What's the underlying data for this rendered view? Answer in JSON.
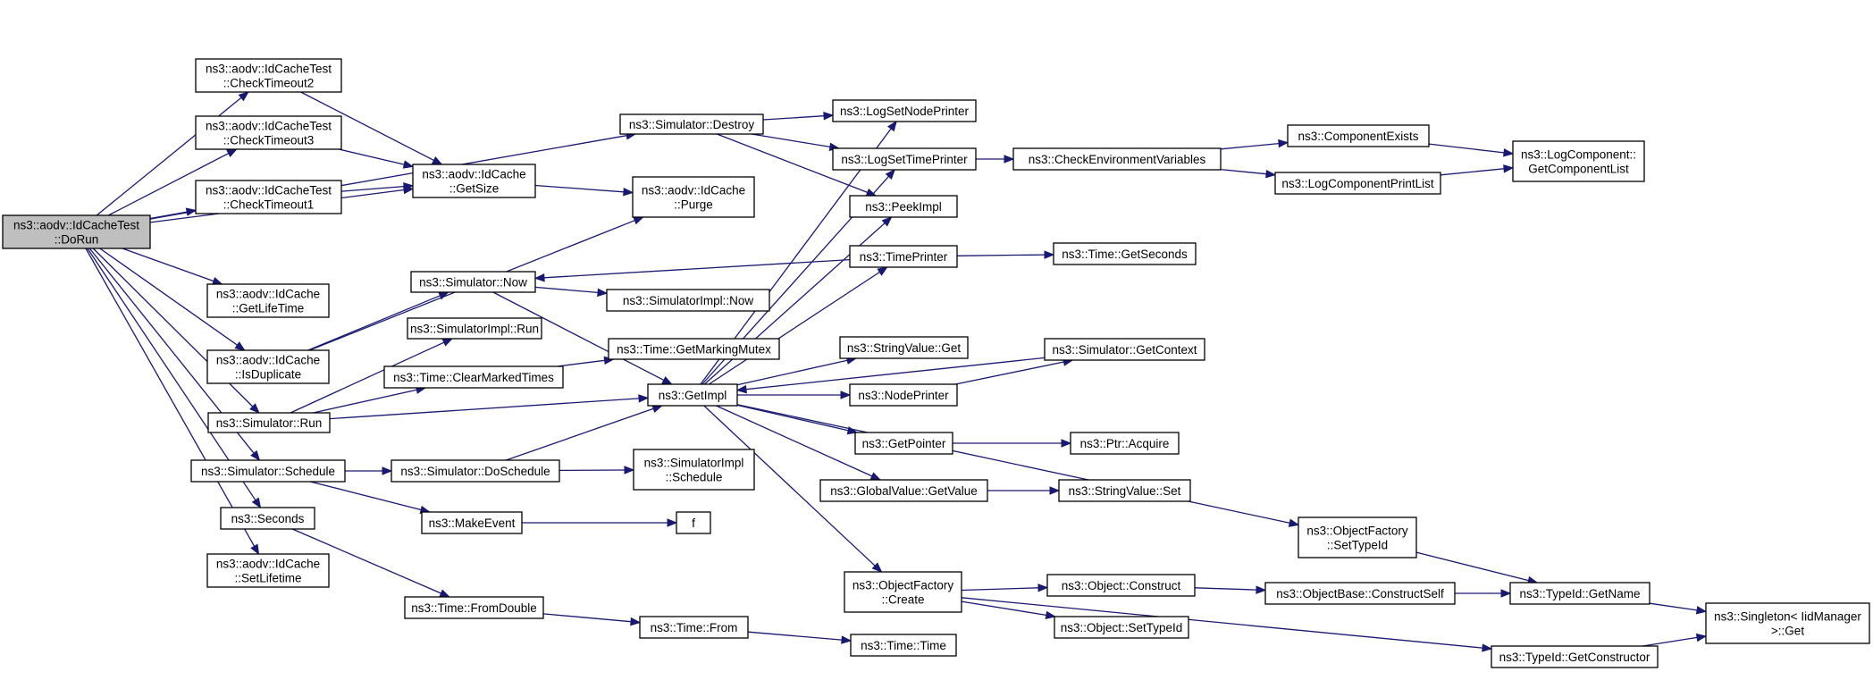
{
  "colors": {
    "edge": "#191970",
    "node_border": "#000000",
    "node_truncated_border": "#ff0000",
    "root_fill": "#bfbfbf",
    "node_fill": "#ffffff"
  },
  "nodes": [
    {
      "id": "dorun",
      "lines": [
        "ns3::aodv::IdCacheTest",
        "::DoRun"
      ],
      "root": true
    },
    {
      "id": "ct2",
      "lines": [
        "ns3::aodv::IdCacheTest",
        "::CheckTimeout2"
      ]
    },
    {
      "id": "ct3",
      "lines": [
        "ns3::aodv::IdCacheTest",
        "::CheckTimeout3"
      ]
    },
    {
      "id": "ct1",
      "lines": [
        "ns3::aodv::IdCacheTest",
        "::CheckTimeout1"
      ]
    },
    {
      "id": "getlifetime",
      "lines": [
        "ns3::aodv::IdCache",
        "::GetLifeTime"
      ]
    },
    {
      "id": "isdup",
      "lines": [
        "ns3::aodv::IdCache",
        "::IsDuplicate"
      ]
    },
    {
      "id": "simrun",
      "lines": [
        "ns3::Simulator::Run"
      ]
    },
    {
      "id": "simsched",
      "lines": [
        "ns3::Simulator::Schedule"
      ]
    },
    {
      "id": "seconds",
      "lines": [
        "ns3::Seconds"
      ]
    },
    {
      "id": "setlifetime",
      "lines": [
        "ns3::aodv::IdCache",
        "::SetLifetime"
      ]
    },
    {
      "id": "simdestroy",
      "lines": [
        "ns3::Simulator::Destroy"
      ]
    },
    {
      "id": "getsize",
      "lines": [
        "ns3::aodv::IdCache",
        "::GetSize"
      ]
    },
    {
      "id": "simnow",
      "lines": [
        "ns3::Simulator::Now"
      ]
    },
    {
      "id": "simimplrun",
      "lines": [
        "ns3::SimulatorImpl::Run"
      ]
    },
    {
      "id": "clearmarked",
      "lines": [
        "ns3::Time::ClearMarkedTimes"
      ]
    },
    {
      "id": "dosched",
      "lines": [
        "ns3::Simulator::DoSchedule"
      ]
    },
    {
      "id": "makeevent",
      "lines": [
        "ns3::MakeEvent"
      ]
    },
    {
      "id": "fromdouble",
      "lines": [
        "ns3::Time::FromDouble"
      ]
    },
    {
      "id": "purge",
      "lines": [
        "ns3::aodv::IdCache",
        "::Purge"
      ]
    },
    {
      "id": "simimplnow",
      "lines": [
        "ns3::SimulatorImpl::Now"
      ]
    },
    {
      "id": "markingmutex",
      "lines": [
        "ns3::Time::GetMarkingMutex"
      ]
    },
    {
      "id": "getimpl",
      "lines": [
        "ns3::GetImpl"
      ]
    },
    {
      "id": "simimplsched",
      "lines": [
        "ns3::SimulatorImpl",
        "::Schedule"
      ]
    },
    {
      "id": "f",
      "lines": [
        "f"
      ]
    },
    {
      "id": "timefrom",
      "lines": [
        "ns3::Time::From"
      ]
    },
    {
      "id": "lognodeprinter",
      "lines": [
        "ns3::LogSetNodePrinter"
      ]
    },
    {
      "id": "logtimeprinter",
      "lines": [
        "ns3::LogSetTimePrinter"
      ]
    },
    {
      "id": "peekimpl",
      "lines": [
        "ns3::PeekImpl"
      ]
    },
    {
      "id": "timeprinter",
      "lines": [
        "ns3::TimePrinter"
      ]
    },
    {
      "id": "stringvalueget",
      "lines": [
        "ns3::StringValue::Get"
      ]
    },
    {
      "id": "nodeprinter",
      "lines": [
        "ns3::NodePrinter"
      ]
    },
    {
      "id": "getpointer",
      "lines": [
        "ns3::GetPointer"
      ]
    },
    {
      "id": "globalvalue",
      "lines": [
        "ns3::GlobalValue::GetValue"
      ]
    },
    {
      "id": "objfactcreate",
      "lines": [
        "ns3::ObjectFactory",
        "::Create"
      ]
    },
    {
      "id": "timetime",
      "lines": [
        "ns3::Time::Time"
      ],
      "truncated": true
    },
    {
      "id": "checkenv",
      "lines": [
        "ns3::CheckEnvironmentVariables"
      ]
    },
    {
      "id": "getseconds",
      "lines": [
        "ns3::Time::GetSeconds"
      ],
      "truncated": true
    },
    {
      "id": "getcontext",
      "lines": [
        "ns3::Simulator::GetContext"
      ],
      "truncated": true
    },
    {
      "id": "ptracquire",
      "lines": [
        "ns3::Ptr::Acquire"
      ]
    },
    {
      "id": "stringvalueset",
      "lines": [
        "ns3::StringValue::Set"
      ]
    },
    {
      "id": "objconstruct",
      "lines": [
        "ns3::Object::Construct"
      ]
    },
    {
      "id": "objsettypeid",
      "lines": [
        "ns3::Object::SetTypeId"
      ],
      "truncated": true
    },
    {
      "id": "compexists",
      "lines": [
        "ns3::ComponentExists"
      ]
    },
    {
      "id": "logcompprint",
      "lines": [
        "ns3::LogComponentPrintList"
      ]
    },
    {
      "id": "objfactsettypeid",
      "lines": [
        "ns3::ObjectFactory",
        "::SetTypeId"
      ]
    },
    {
      "id": "constructself",
      "lines": [
        "ns3::ObjectBase::ConstructSelf"
      ],
      "truncated": true
    },
    {
      "id": "getconstructor",
      "lines": [
        "ns3::TypeId::GetConstructor"
      ],
      "truncated": true
    },
    {
      "id": "logcompget",
      "lines": [
        "ns3::LogComponent::",
        "GetComponentList"
      ]
    },
    {
      "id": "typeidgetname",
      "lines": [
        "ns3::TypeId::GetName"
      ],
      "truncated": true
    },
    {
      "id": "singleton",
      "lines": [
        "ns3::Singleton< IidManager",
        ">::Get"
      ]
    }
  ],
  "edges": [
    [
      "dorun",
      "ct2"
    ],
    [
      "dorun",
      "ct3"
    ],
    [
      "dorun",
      "ct1"
    ],
    [
      "dorun",
      "getlifetime"
    ],
    [
      "dorun",
      "isdup"
    ],
    [
      "dorun",
      "simrun"
    ],
    [
      "dorun",
      "simsched"
    ],
    [
      "dorun",
      "seconds"
    ],
    [
      "dorun",
      "setlifetime"
    ],
    [
      "dorun",
      "simdestroy"
    ],
    [
      "dorun",
      "getsize"
    ],
    [
      "ct2",
      "getsize"
    ],
    [
      "ct3",
      "getsize"
    ],
    [
      "ct1",
      "getsize"
    ],
    [
      "getsize",
      "purge"
    ],
    [
      "isdup",
      "purge"
    ],
    [
      "isdup",
      "simnow"
    ],
    [
      "simnow",
      "simimplnow"
    ],
    [
      "simnow",
      "getimpl"
    ],
    [
      "simrun",
      "simimplrun"
    ],
    [
      "simrun",
      "clearmarked"
    ],
    [
      "simrun",
      "getimpl"
    ],
    [
      "clearmarked",
      "markingmutex"
    ],
    [
      "simsched",
      "dosched"
    ],
    [
      "simsched",
      "makeevent"
    ],
    [
      "dosched",
      "getimpl"
    ],
    [
      "dosched",
      "simimplsched"
    ],
    [
      "makeevent",
      "f"
    ],
    [
      "seconds",
      "fromdouble"
    ],
    [
      "fromdouble",
      "timefrom"
    ],
    [
      "timefrom",
      "timetime"
    ],
    [
      "simdestroy",
      "lognodeprinter"
    ],
    [
      "simdestroy",
      "logtimeprinter"
    ],
    [
      "simdestroy",
      "peekimpl"
    ],
    [
      "getimpl",
      "lognodeprinter"
    ],
    [
      "getimpl",
      "logtimeprinter"
    ],
    [
      "getimpl",
      "peekimpl"
    ],
    [
      "getimpl",
      "timeprinter"
    ],
    [
      "getimpl",
      "stringvalueget"
    ],
    [
      "getimpl",
      "nodeprinter"
    ],
    [
      "getimpl",
      "getpointer"
    ],
    [
      "getimpl",
      "globalvalue"
    ],
    [
      "getimpl",
      "objfactsettypeid"
    ],
    [
      "getimpl",
      "objfactcreate"
    ],
    [
      "getcontext",
      "getimpl"
    ],
    [
      "timeprinter",
      "simnow"
    ],
    [
      "timeprinter",
      "getseconds"
    ],
    [
      "nodeprinter",
      "getcontext"
    ],
    [
      "getpointer",
      "ptracquire"
    ],
    [
      "globalvalue",
      "stringvalueset"
    ],
    [
      "logtimeprinter",
      "checkenv"
    ],
    [
      "checkenv",
      "compexists"
    ],
    [
      "checkenv",
      "logcompprint"
    ],
    [
      "compexists",
      "logcompget"
    ],
    [
      "logcompprint",
      "logcompget"
    ],
    [
      "objfactsettypeid",
      "typeidgetname"
    ],
    [
      "objfactcreate",
      "objconstruct"
    ],
    [
      "objfactcreate",
      "objsettypeid"
    ],
    [
      "objfactcreate",
      "getconstructor"
    ],
    [
      "objconstruct",
      "constructself"
    ],
    [
      "constructself",
      "typeidgetname"
    ],
    [
      "typeidgetname",
      "singleton"
    ],
    [
      "getconstructor",
      "singleton"
    ]
  ]
}
